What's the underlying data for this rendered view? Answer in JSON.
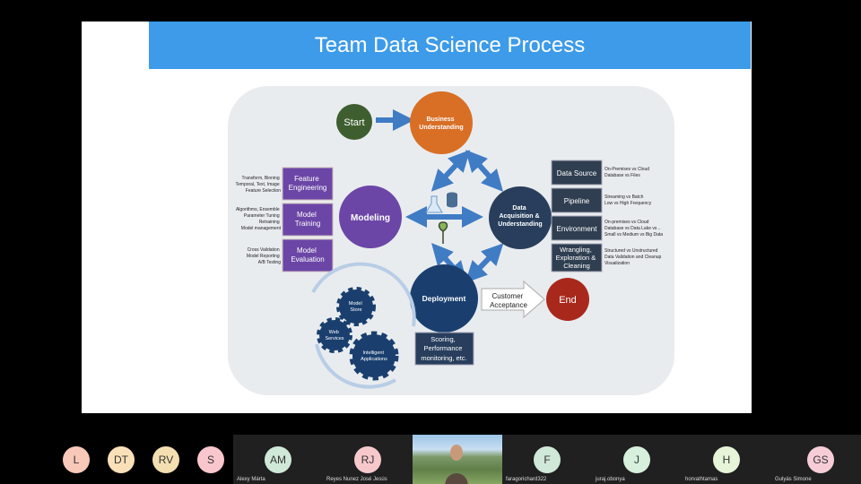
{
  "slide": {
    "title": "Team Data Science Process",
    "nodes": {
      "start": "Start",
      "business": [
        "Business",
        "Understanding"
      ],
      "acquisition": [
        "Data",
        "Acquisition &",
        "Understanding"
      ],
      "modeling": "Modeling",
      "deployment": "Deployment",
      "end": "End"
    },
    "modeling_steps": [
      {
        "label": [
          "Feature",
          "Engineering"
        ],
        "notes": [
          "Transform, Binning",
          "Temporal, Text, Image",
          "Feature Selection"
        ]
      },
      {
        "label": [
          "Model",
          "Training"
        ],
        "notes": [
          "Algorithms, Ensemble",
          "Parameter Tuning",
          "Retraining",
          "Model management"
        ]
      },
      {
        "label": [
          "Model",
          "Evaluation"
        ],
        "notes": [
          "Cross Validation",
          "Model Reporting",
          "A/B Testing"
        ]
      }
    ],
    "data_steps": [
      {
        "label": [
          "Data Source"
        ],
        "notes": [
          "On-Premises vs Cloud",
          "Database vs Files"
        ]
      },
      {
        "label": [
          "Pipeline"
        ],
        "notes": [
          "Streaming vs Batch",
          "Low vs High Frequency"
        ]
      },
      {
        "label": [
          "Environment"
        ],
        "notes": [
          "On-premises vs Cloud",
          "Database vs Data Lake vs ..",
          "Small vs Medium vs Big Data"
        ]
      },
      {
        "label": [
          "Wrangling,",
          "Exploration &",
          "Cleaning"
        ],
        "notes": [
          "Structured vs Unstructured",
          "Data Validation and Cleanup",
          "Visualization"
        ]
      }
    ],
    "customer_acceptance": [
      "Customer",
      "Acceptance"
    ],
    "scoring": [
      "Scoring,",
      "Performance",
      "monitoring, etc."
    ],
    "gears": [
      {
        "label": [
          "Model",
          "Store"
        ]
      },
      {
        "label": [
          "Web",
          "Services"
        ]
      },
      {
        "label": [
          "Intelligent",
          "Applications"
        ]
      }
    ],
    "colors": {
      "title_bar": "#3d9be9",
      "start": "#3e5e2f",
      "business": "#d86f25",
      "acquisition": "#283e5c",
      "modeling": "#6b46a6",
      "deployment": "#1a3f6f",
      "end": "#a9281c",
      "arrow": "#3f7cc4"
    }
  },
  "participants": [
    {
      "type": "avatar",
      "initials": "L",
      "color": "#f8c8b8",
      "name": ""
    },
    {
      "type": "avatar",
      "initials": "DT",
      "color": "#fae0b8",
      "name": ""
    },
    {
      "type": "avatar",
      "initials": "RV",
      "color": "#f4dfb0",
      "name": ""
    },
    {
      "type": "avatar",
      "initials": "S",
      "color": "#f8c6cc",
      "name": ""
    },
    {
      "type": "avatar",
      "initials": "AM",
      "color": "#cfe8d8",
      "name": "Alexy Márta"
    },
    {
      "type": "avatar",
      "initials": "RJ",
      "color": "#f6c8cc",
      "name": "Reyes Nunez José Jesús"
    },
    {
      "type": "video",
      "initials": "",
      "color": "",
      "name": ""
    },
    {
      "type": "avatar",
      "initials": "F",
      "color": "#cfe8d8",
      "name": "faragorichard322"
    },
    {
      "type": "avatar",
      "initials": "J",
      "color": "#d6f0dd",
      "name": "juraj.obonya"
    },
    {
      "type": "avatar",
      "initials": "H",
      "color": "#e6f4d8",
      "name": "horvathtamas"
    },
    {
      "type": "avatar",
      "initials": "GS",
      "color": "#f6cdd6",
      "name": "Gulyás Simone"
    }
  ]
}
